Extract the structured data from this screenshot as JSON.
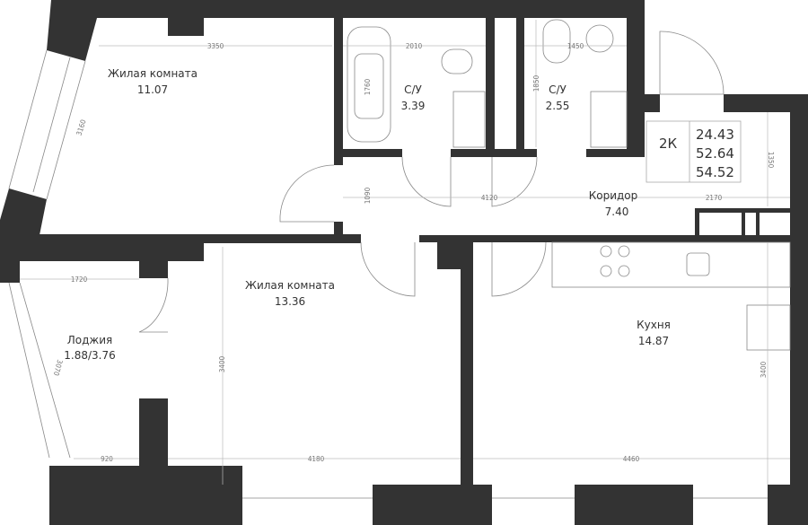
{
  "rooms": {
    "living1": {
      "name": "Жилая комната",
      "area": "11.07"
    },
    "bath1": {
      "name": "С/У",
      "area": "3.39"
    },
    "bath2": {
      "name": "С/У",
      "area": "2.55"
    },
    "corridor": {
      "name": "Коридор",
      "area": "7.40"
    },
    "living2": {
      "name": "Жилая комната",
      "area": "13.36"
    },
    "loggia": {
      "name": "Лоджия",
      "area": "1.88/3.76"
    },
    "kitchen": {
      "name": "Кухня",
      "area": "14.87"
    }
  },
  "summary": {
    "type": "2К",
    "living_area": "24.43",
    "total_area": "52.64",
    "total_with_loggia": "54.52"
  },
  "dimensions": {
    "living1_width": "3350",
    "living1_depth": "3160",
    "bath_tub": "1760",
    "bath1_width": "2010",
    "bath2_width": "1450",
    "bath2_depth": "1850",
    "corridor_width": "4120",
    "corridor_door": "1090",
    "hall_width": "2170",
    "hall_depth": "1350",
    "loggia_top": "1720",
    "loggia_side": "3070",
    "loggia_bottom": "920",
    "living2_depth": "3400",
    "living2_width": "4180",
    "kitchen_width": "4460",
    "kitchen_depth": "3400"
  },
  "colors": {
    "wall": "#333333"
  }
}
